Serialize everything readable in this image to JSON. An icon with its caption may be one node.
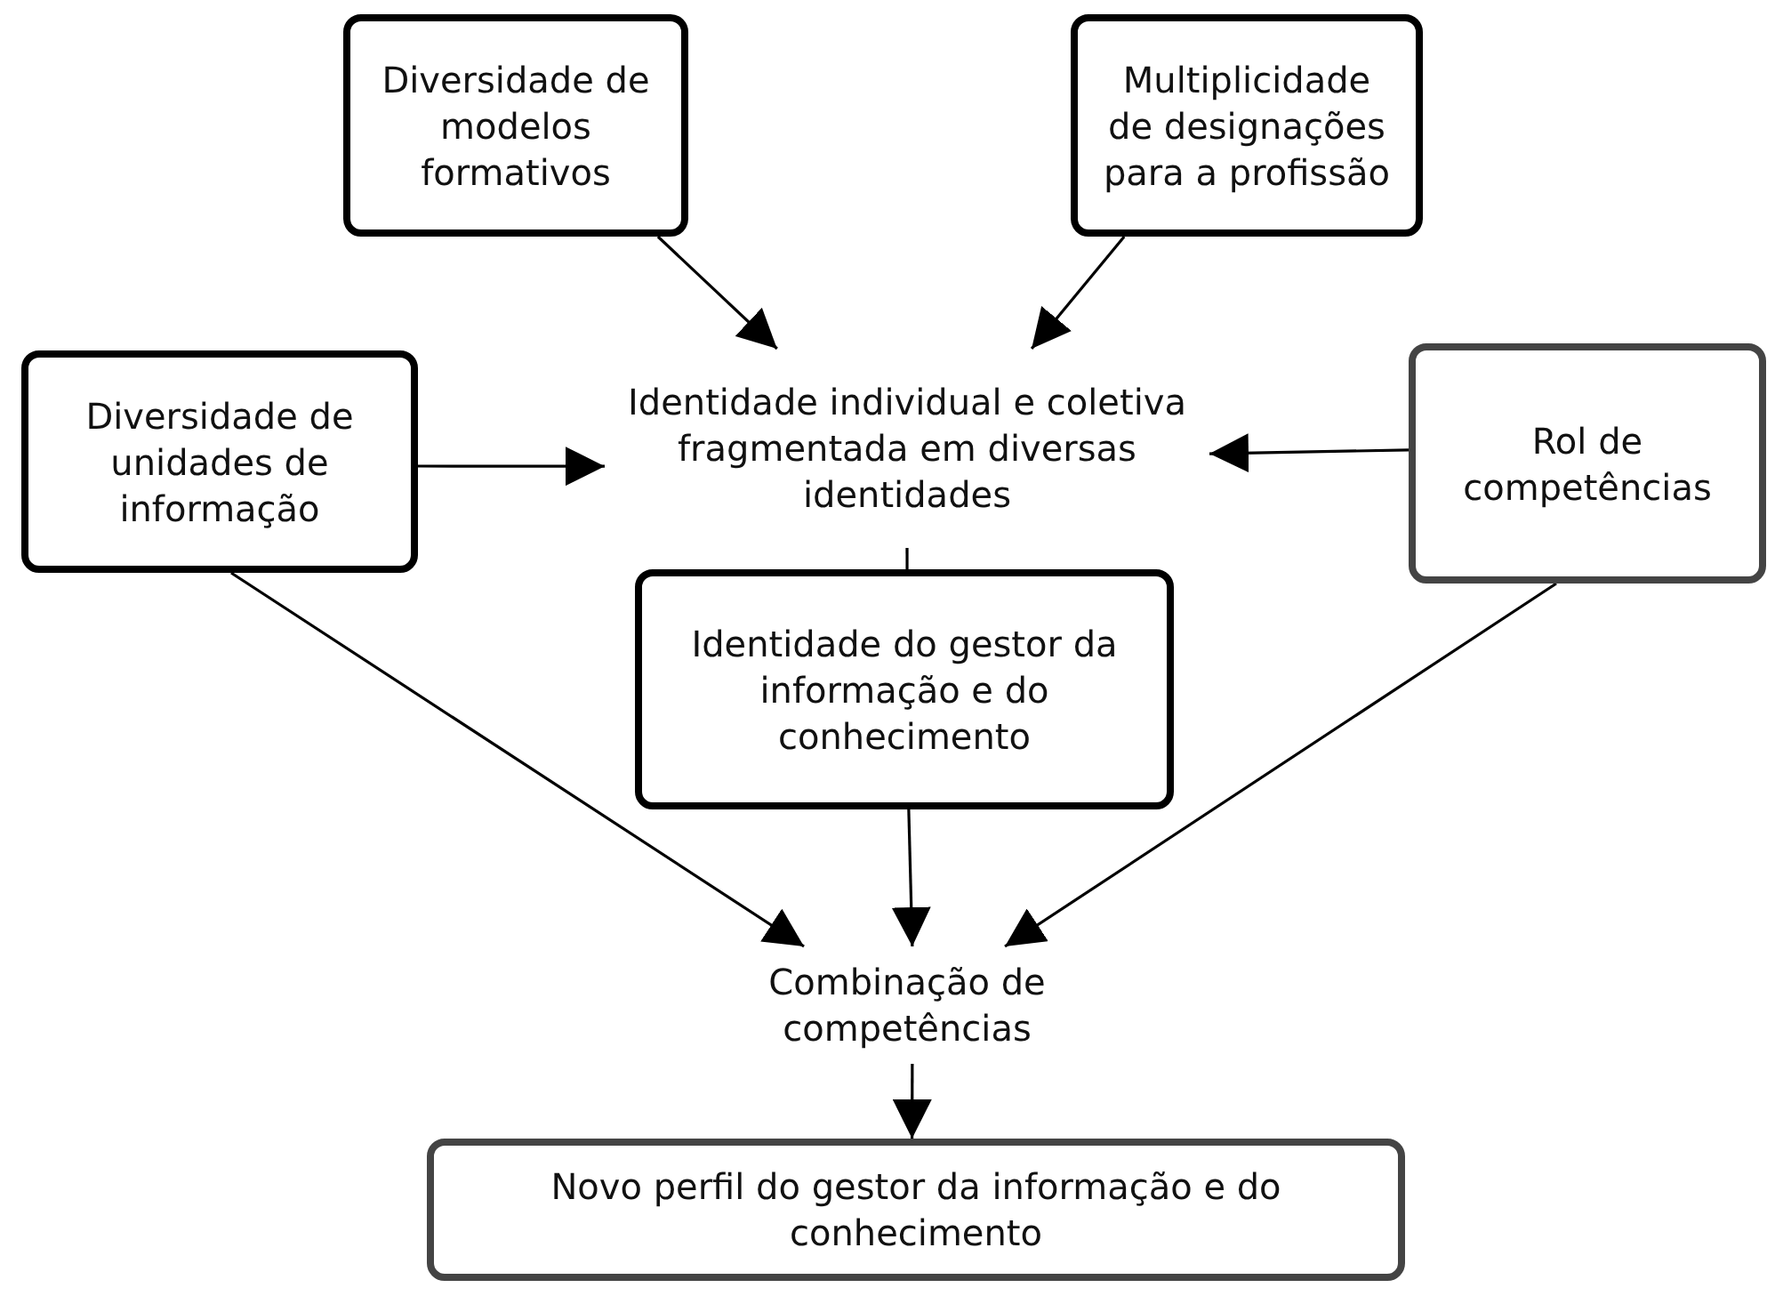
{
  "diagram": {
    "nodes": [
      {
        "text": [
          "Diversidade de modelos formativos"
        ]
      },
      {
        "text": [
          "Multiplicidade de designações para a profissão"
        ]
      },
      {
        "text": [
          "Diversidade de unidades de informação"
        ]
      },
      {
        "text": [
          "Identidade individual e coletiva fragmentada em diversas identidades"
        ]
      },
      {
        "text": [
          "Rol de competências"
        ]
      },
      {
        "text": [
          "Identidade do gestor da informação e do conhecimento"
        ]
      },
      {
        "text": [
          "Combinação de competências"
        ]
      },
      {
        "text": [
          "Novo perfil do gestor da informação e do conhecimento"
        ]
      }
    ],
    "edges": [
      {
        "from": 0,
        "to": 3,
        "arrow": "to"
      },
      {
        "from": 1,
        "to": 3,
        "arrow": "to"
      },
      {
        "from": 2,
        "to": 3,
        "arrow": "to"
      },
      {
        "from": 4,
        "to": 3,
        "arrow": "to"
      },
      {
        "from": 3,
        "to": 5,
        "arrow": "none"
      },
      {
        "from": 2,
        "to": 6,
        "arrow": "to"
      },
      {
        "from": 5,
        "to": 6,
        "arrow": "to"
      },
      {
        "from": 4,
        "to": 6,
        "arrow": "to"
      },
      {
        "from": 6,
        "to": 7,
        "arrow": "to"
      }
    ]
  }
}
